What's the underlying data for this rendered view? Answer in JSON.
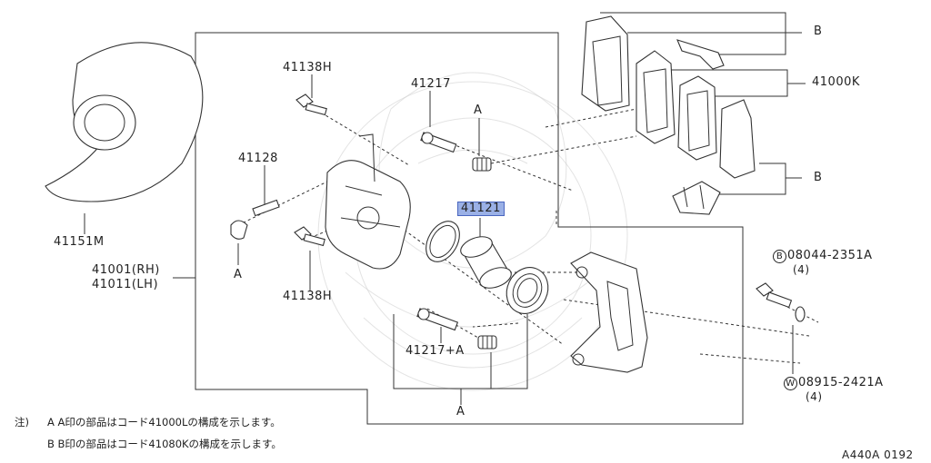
{
  "labels": {
    "p41138h_top": "41138H",
    "p41217": "41217",
    "a_top": "A",
    "p41128": "41128",
    "a_left": "A",
    "p41151m": "41151M",
    "p41001": "41001(RH)",
    "p41011": "41011(LH)",
    "p41138h_bottom": "41138H",
    "p41121": "41121",
    "p41217a": "41217+A",
    "a_bottom": "A",
    "b_top": "B",
    "p41000k": "41000K",
    "b_mid": "B",
    "bolt_code": "08044-2351A",
    "bolt_mark": "B",
    "bolt_qty": "(4)",
    "washer_code": "08915-2421A",
    "washer_mark": "W",
    "washer_qty": "(4)",
    "diagram_id": "A440A 0192"
  },
  "notes": {
    "note_prefix": "注)",
    "line1": "A A印の部品はコード41000Lの構成を示します。",
    "line2": "B B印の部品はコード41080Kの構成を示します。"
  },
  "colors": {
    "highlight": "#9ab0e6",
    "line": "#333333",
    "watermark": "#cccccc"
  }
}
